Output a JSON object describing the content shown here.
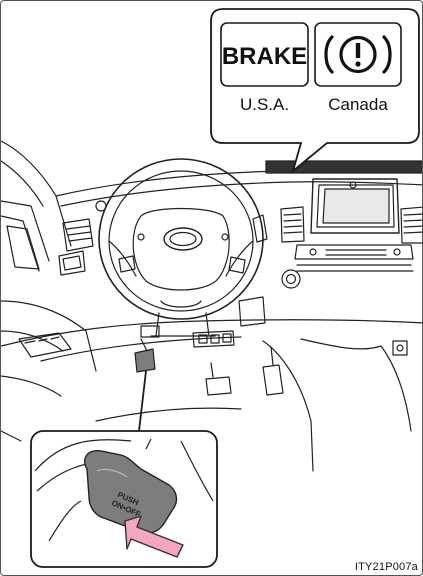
{
  "warning_light_callout": {
    "usa_symbol_text": "BRAKE",
    "usa_label": "U.S.A.",
    "canada_symbol_text": "(!)",
    "canada_label": "Canada"
  },
  "parking_brake_pedal": {
    "label_line1": "PUSH",
    "label_line2": "ON•OFF"
  },
  "figure_id": "ITY21P007a",
  "colors": {
    "line": "#222222",
    "callout_border": "#1a1a1a",
    "arrow_fill": "#f4a6c3",
    "arrow_stroke": "#333333",
    "pedal_fill": "#7d7d7d"
  }
}
